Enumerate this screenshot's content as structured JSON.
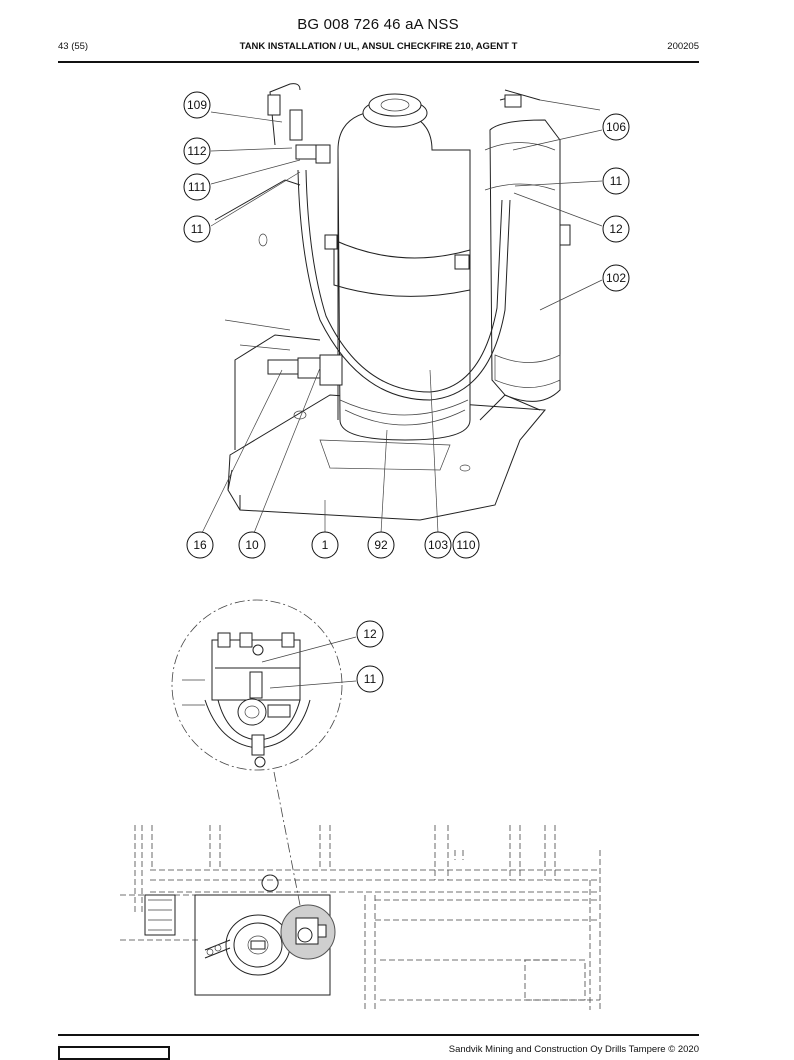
{
  "header": {
    "doc_id": "BG 008 726 46 aA NSS",
    "page": "43 (55)",
    "title": "TANK INSTALLATION / UL, ANSUL CHECKFIRE 210, AGENT T",
    "date": "200205"
  },
  "callouts_main": [
    "109",
    "112",
    "111",
    "11",
    "106",
    "11",
    "12",
    "102",
    "16",
    "10",
    "1",
    "92",
    "103",
    "110"
  ],
  "callouts_detail": [
    "12",
    "11"
  ],
  "footer": {
    "copyright": "Sandvik Mining and Construction Oy Drills Tampere © 2020"
  }
}
